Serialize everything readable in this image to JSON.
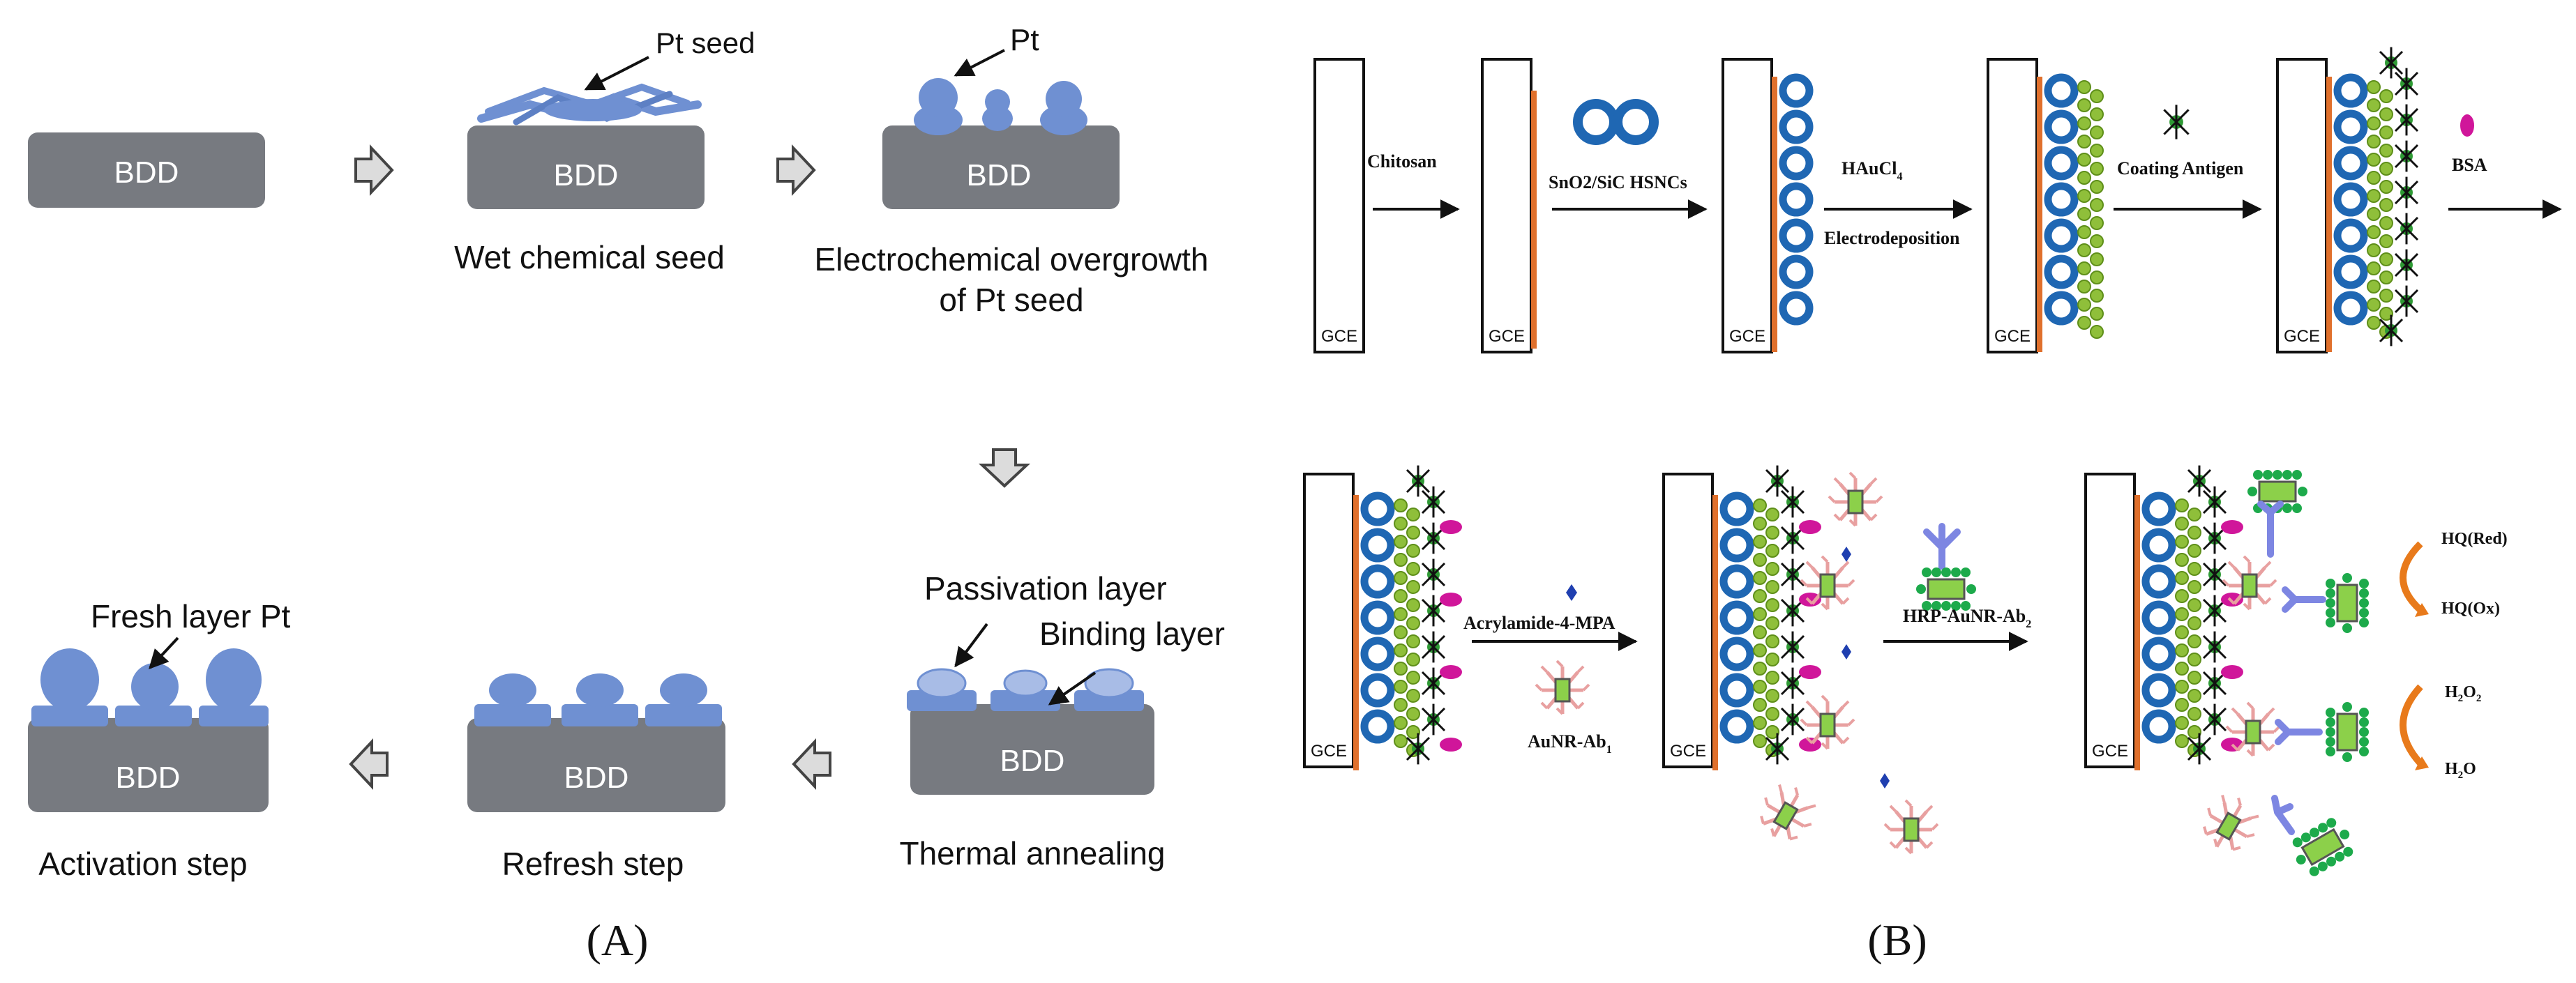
{
  "colors": {
    "bdd": "#777a80",
    "bdd_text": "#ffffff",
    "pt_blue": "#6f90d2",
    "pt_blue_dark": "#4f74b9",
    "electrode_orange": "#e0702c",
    "ring_blue": "#1f67b3",
    "gold_green": "#8fbf3a",
    "antigen_green": "#2f9a35",
    "bsa_magenta": "#d0169a",
    "antibody_pink": "#e8a0a0",
    "antibody_blue": "#7d86e2",
    "hrp_green": "#1daa4b",
    "redox_orange": "#e87a1b",
    "arrow_gray": "#d8d8d8"
  },
  "panel_a": {
    "label": "(A)",
    "bdd": "BDD",
    "pt_seed": "Pt seed",
    "pt": "Pt",
    "wet_chemical_seed": "Wet chemical seed",
    "electrochemical_overgrowth_1": "Electrochemical overgrowth",
    "electrochemical_overgrowth_2": "of Pt seed",
    "passivation_layer": "Passivation layer",
    "binding_layer": "Binding layer",
    "thermal_annealing": "Thermal annealing",
    "refresh_step": "Refresh step",
    "fresh_layer_pt": "Fresh layer Pt",
    "activation_step": "Activation step"
  },
  "panel_b": {
    "label": "(B)",
    "gce": "GCE",
    "chitosan": "Chitosan",
    "hsncs": "SnO2/SiC HSNCs",
    "hauc": "HAuCl",
    "hauc_sub": "4",
    "electrodeposition": "Electrodeposition",
    "coating_antigen": "Coating Antigen",
    "bsa": "BSA",
    "acrylamide": "Acrylamide-4-MPA",
    "aunr_ab1": "AuNR-Ab",
    "aunr_ab1_sub": "1",
    "hrp_aunr_ab2": "HRP-AuNR-Ab",
    "hrp_aunr_ab2_sub": "2",
    "hq_red": "HQ(Red)",
    "hq_ox": "HQ(Ox)",
    "h2o2_main": "H",
    "h2o2_sub1": "2",
    "h2o2_mid": "O",
    "h2o2_sub2": "2",
    "h2o_main": "H",
    "h2o_sub": "2",
    "h2o_end": "O"
  }
}
